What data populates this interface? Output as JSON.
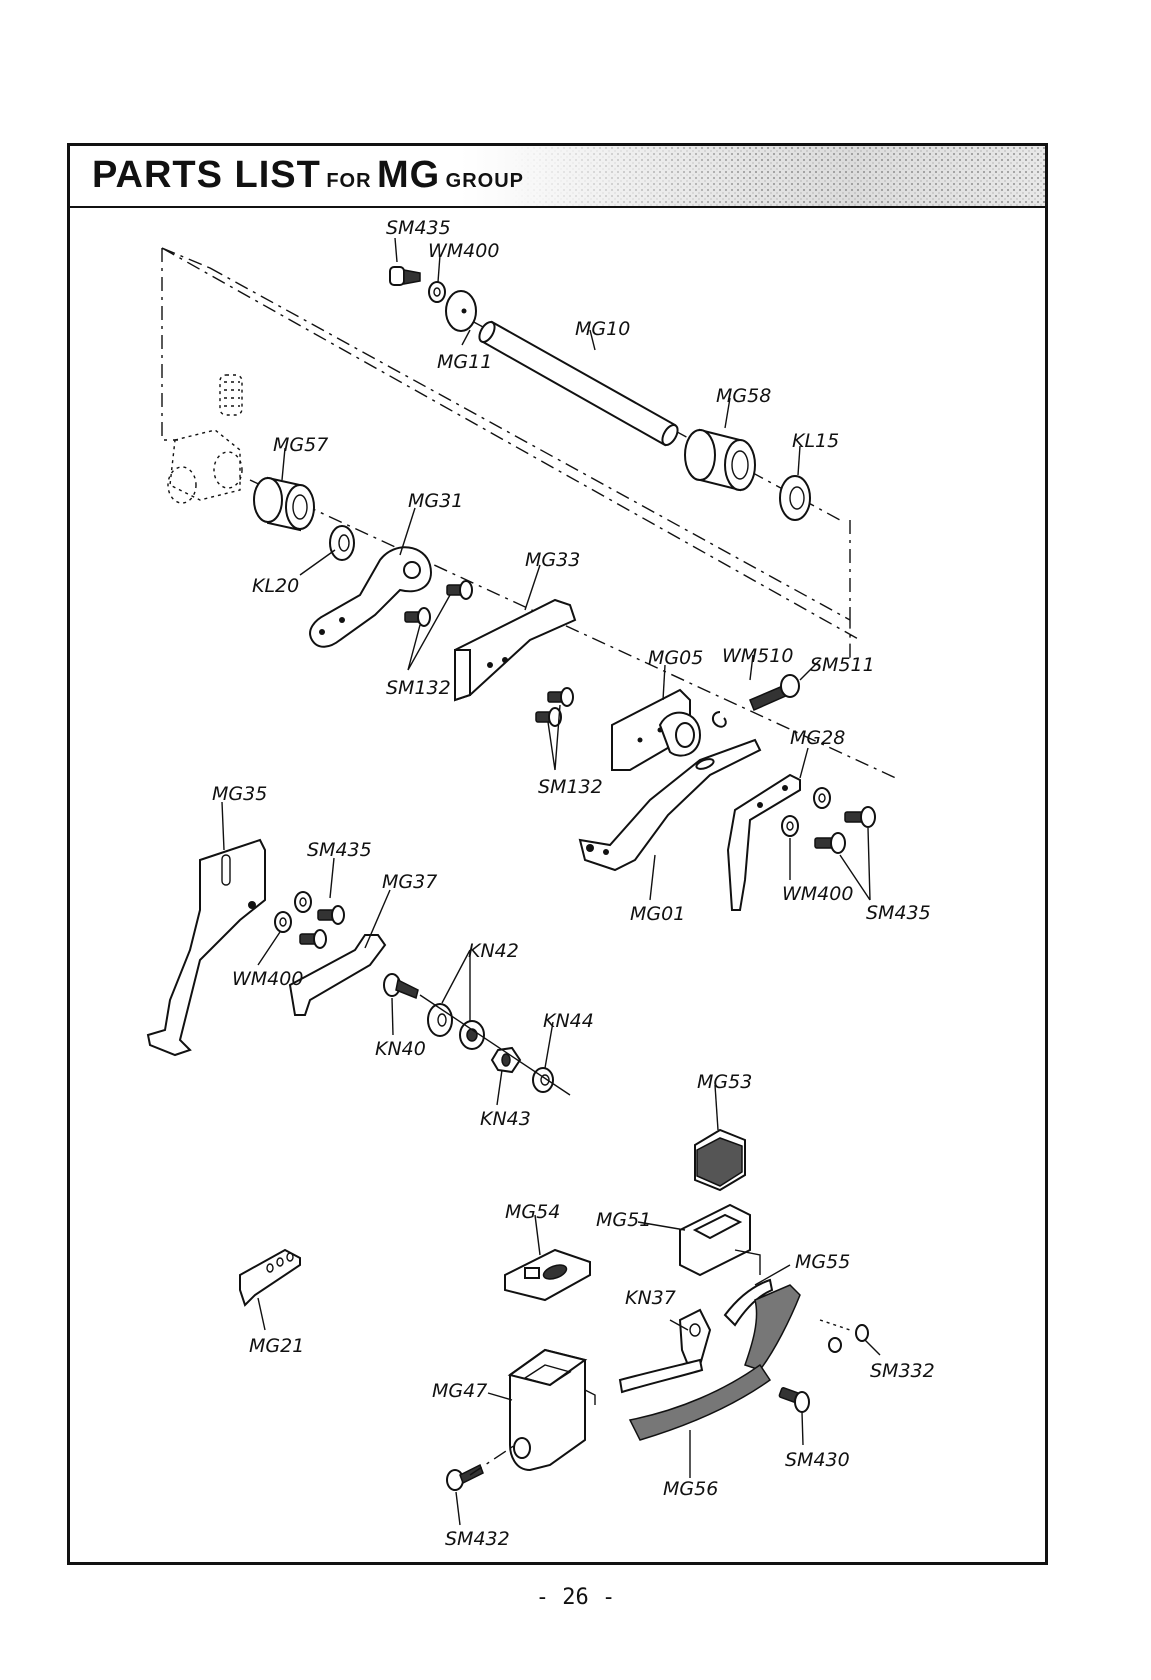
{
  "header": {
    "title_parts_list": "PARTS LIST",
    "title_for": "FOR",
    "title_group_code": "MG",
    "title_group": "GROUP"
  },
  "parts": {
    "SM435_top": "SM435",
    "WM400_top": "WM400",
    "MG10": "MG10",
    "MG11": "MG11",
    "MG58": "MG58",
    "KL15": "KL15",
    "MG57": "MG57",
    "MG31": "MG31",
    "KL20": "KL20",
    "MG33": "MG33",
    "SM132_left": "SM132",
    "SM132_right": "SM132",
    "MG05": "MG05",
    "WM510": "WM510",
    "SM511": "SM511",
    "MG28": "MG28",
    "MG35": "MG35",
    "SM435_mid": "SM435",
    "MG37": "MG37",
    "WM400_left": "WM400",
    "MG01": "MG01",
    "WM400_right": "WM400",
    "SM435_right": "SM435",
    "KN42": "KN42",
    "KN44": "KN44",
    "KN40": "KN40",
    "KN43": "KN43",
    "MG53": "MG53",
    "MG54": "MG54",
    "MG51": "MG51",
    "MG55": "MG55",
    "KN37": "KN37",
    "MG21": "MG21",
    "SM332": "SM332",
    "MG47": "MG47",
    "SM430": "SM430",
    "MG56": "MG56",
    "SM432": "SM432"
  },
  "footer": {
    "page_number": "- 26 -"
  }
}
